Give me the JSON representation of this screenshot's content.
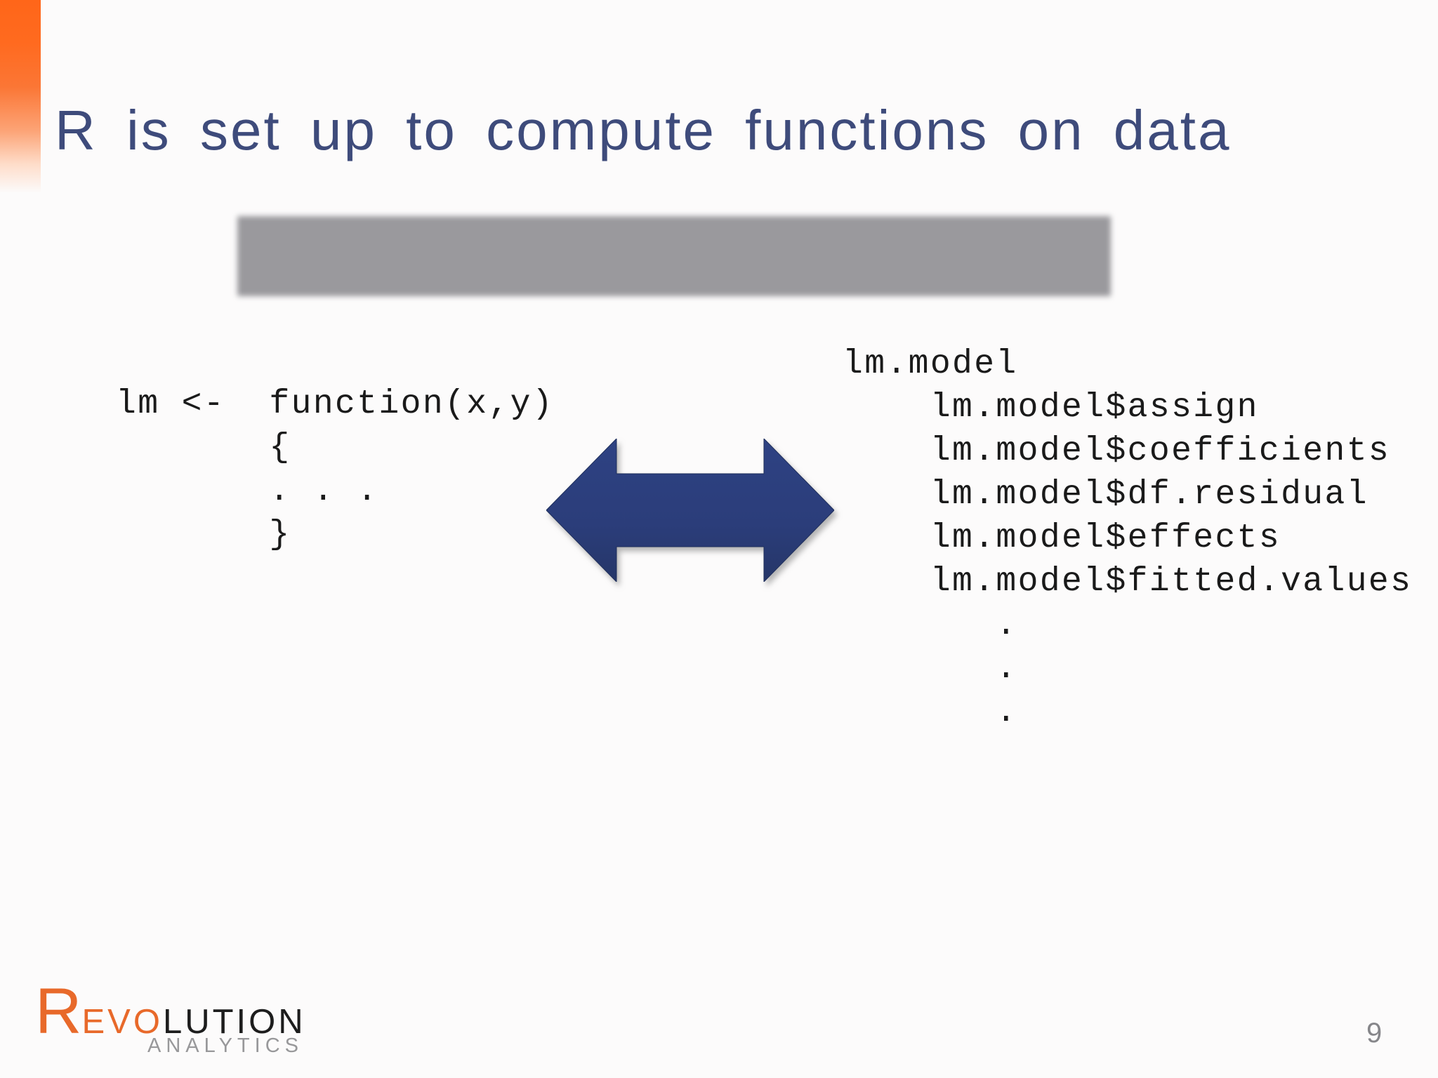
{
  "slide": {
    "title": "R is set up to compute functions on data",
    "page_number": "9"
  },
  "code_left": {
    "lines": [
      "lm <-  function(x,y)",
      "       {",
      "       . . .",
      "       }"
    ]
  },
  "code_right": {
    "lines": [
      "lm.model",
      "    lm.model$assign",
      "    lm.model$coefficients",
      "    lm.model$df.residual",
      "    lm.model$effects",
      "    lm.model$fitted.values",
      "       .",
      "       .",
      "       ."
    ]
  },
  "logo": {
    "r": "R",
    "evo": "EVO",
    "lution": "LUTION",
    "subtext": "ANALYTICS"
  },
  "icons": {
    "center": "double-headed-horizontal-arrow"
  },
  "colors": {
    "title_text": "#3e4b7b",
    "arrow_blue_top": "#2e4283",
    "arrow_blue_bottom": "#253668",
    "accent_orange": "#ff6619",
    "gray_bar": "#9a999d",
    "logo_orange": "#e8692a",
    "logo_black": "#1d1d1d",
    "logo_gray": "#98989a",
    "code_text": "#1a1a1a",
    "page_number_gray": "#86868a"
  }
}
